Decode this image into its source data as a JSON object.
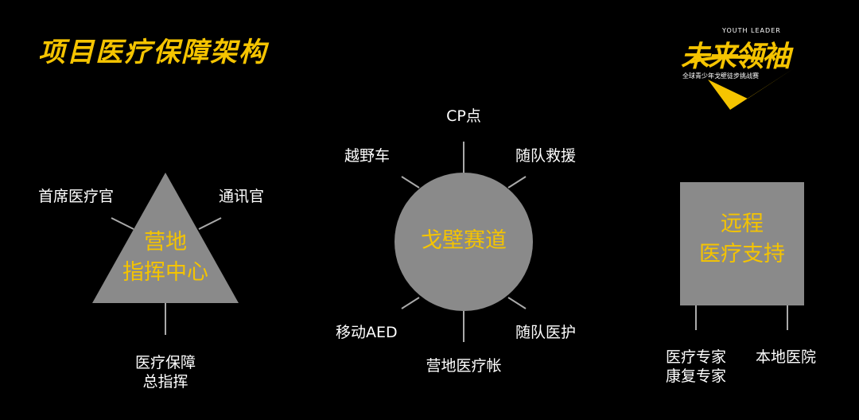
{
  "title": "项目医疗保障架构",
  "logo": {
    "tagline_en": "YOUTH LEADER",
    "calligraphy": "未来领袖",
    "subtitle": "全球青少年戈壁徒步挑战赛"
  },
  "triangle": {
    "line1": "营地",
    "line2": "指挥中心",
    "labels": {
      "top_left": "首席医疗官",
      "top_right": "通讯官",
      "bottom_line1": "医疗保障",
      "bottom_line2": "总指挥"
    }
  },
  "circle": {
    "label": "戈壁赛道",
    "labels": {
      "top": "CP点",
      "top_left": "越野车",
      "top_right": "随队救援",
      "bottom_left": "移动AED",
      "bottom_right": "随队医护",
      "bottom": "营地医疗帐"
    }
  },
  "square": {
    "line1": "远程",
    "line2": "医疗支持",
    "labels": {
      "left_line1": "医疗专家",
      "left_line2": "康复专家",
      "right": "本地医院"
    }
  },
  "colors": {
    "accent": "#f5c400",
    "shape_fill": "#8a8a8a",
    "line": "#aaaaaa",
    "background": "#000000"
  }
}
